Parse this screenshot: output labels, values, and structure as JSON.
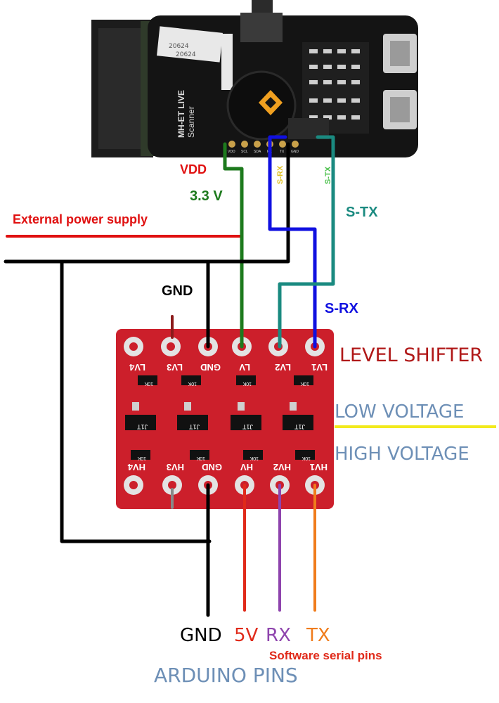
{
  "scanner": {
    "title_line1": "MH-ET LIVE",
    "title_line2": "Scanner",
    "chip_text": "20624",
    "pin_labels": [
      "VDD",
      "SCL",
      "SDA",
      "RX",
      "TX",
      "GND"
    ]
  },
  "labels": {
    "vdd": "VDD",
    "v33": "3.3 V",
    "external_power": "External power supply",
    "s_rx_small": "S-RX",
    "s_tx_small": "S-TX",
    "s_tx": "S-TX",
    "gnd_top": "GND",
    "s_rx": "S-RX",
    "level_shifter": "LEVEL SHIFTER",
    "low_voltage": "LOW VOLTAGE",
    "high_voltage": "HIGH VOLTAGE",
    "gnd_bottom": "GND",
    "five_v": "5V",
    "rx": "RX",
    "tx": "TX",
    "software_serial": "Software serial pins",
    "arduino_pins": "ARDUINO PINS"
  },
  "board": {
    "top_pins": [
      "LV4",
      "LV3",
      "GND",
      "LV",
      "LV2",
      "LV1"
    ],
    "bottom_pins": [
      "HV4",
      "HV3",
      "GND",
      "HV",
      "HV2",
      "HV1"
    ],
    "transistor_marking": "J1T",
    "resistor_marking": "10K"
  },
  "colors": {
    "vdd_wire": "#1d7a1d",
    "gnd_wire": "#000000",
    "ext_power_wire": "#e01010",
    "s_rx_wire": "#1010e0",
    "s_tx_wire": "#1a8a80",
    "five_v_wire": "#e02a1a",
    "rx_wire": "#8e44ad",
    "tx_wire": "#f07c1c",
    "lv3_wire": "#8b1a1a",
    "hv3_wire": "#888888",
    "divider": "#f2ea1c",
    "board": "#cc1f2b",
    "label_red": "#b01818",
    "label_blue": "#6d8fb6"
  }
}
